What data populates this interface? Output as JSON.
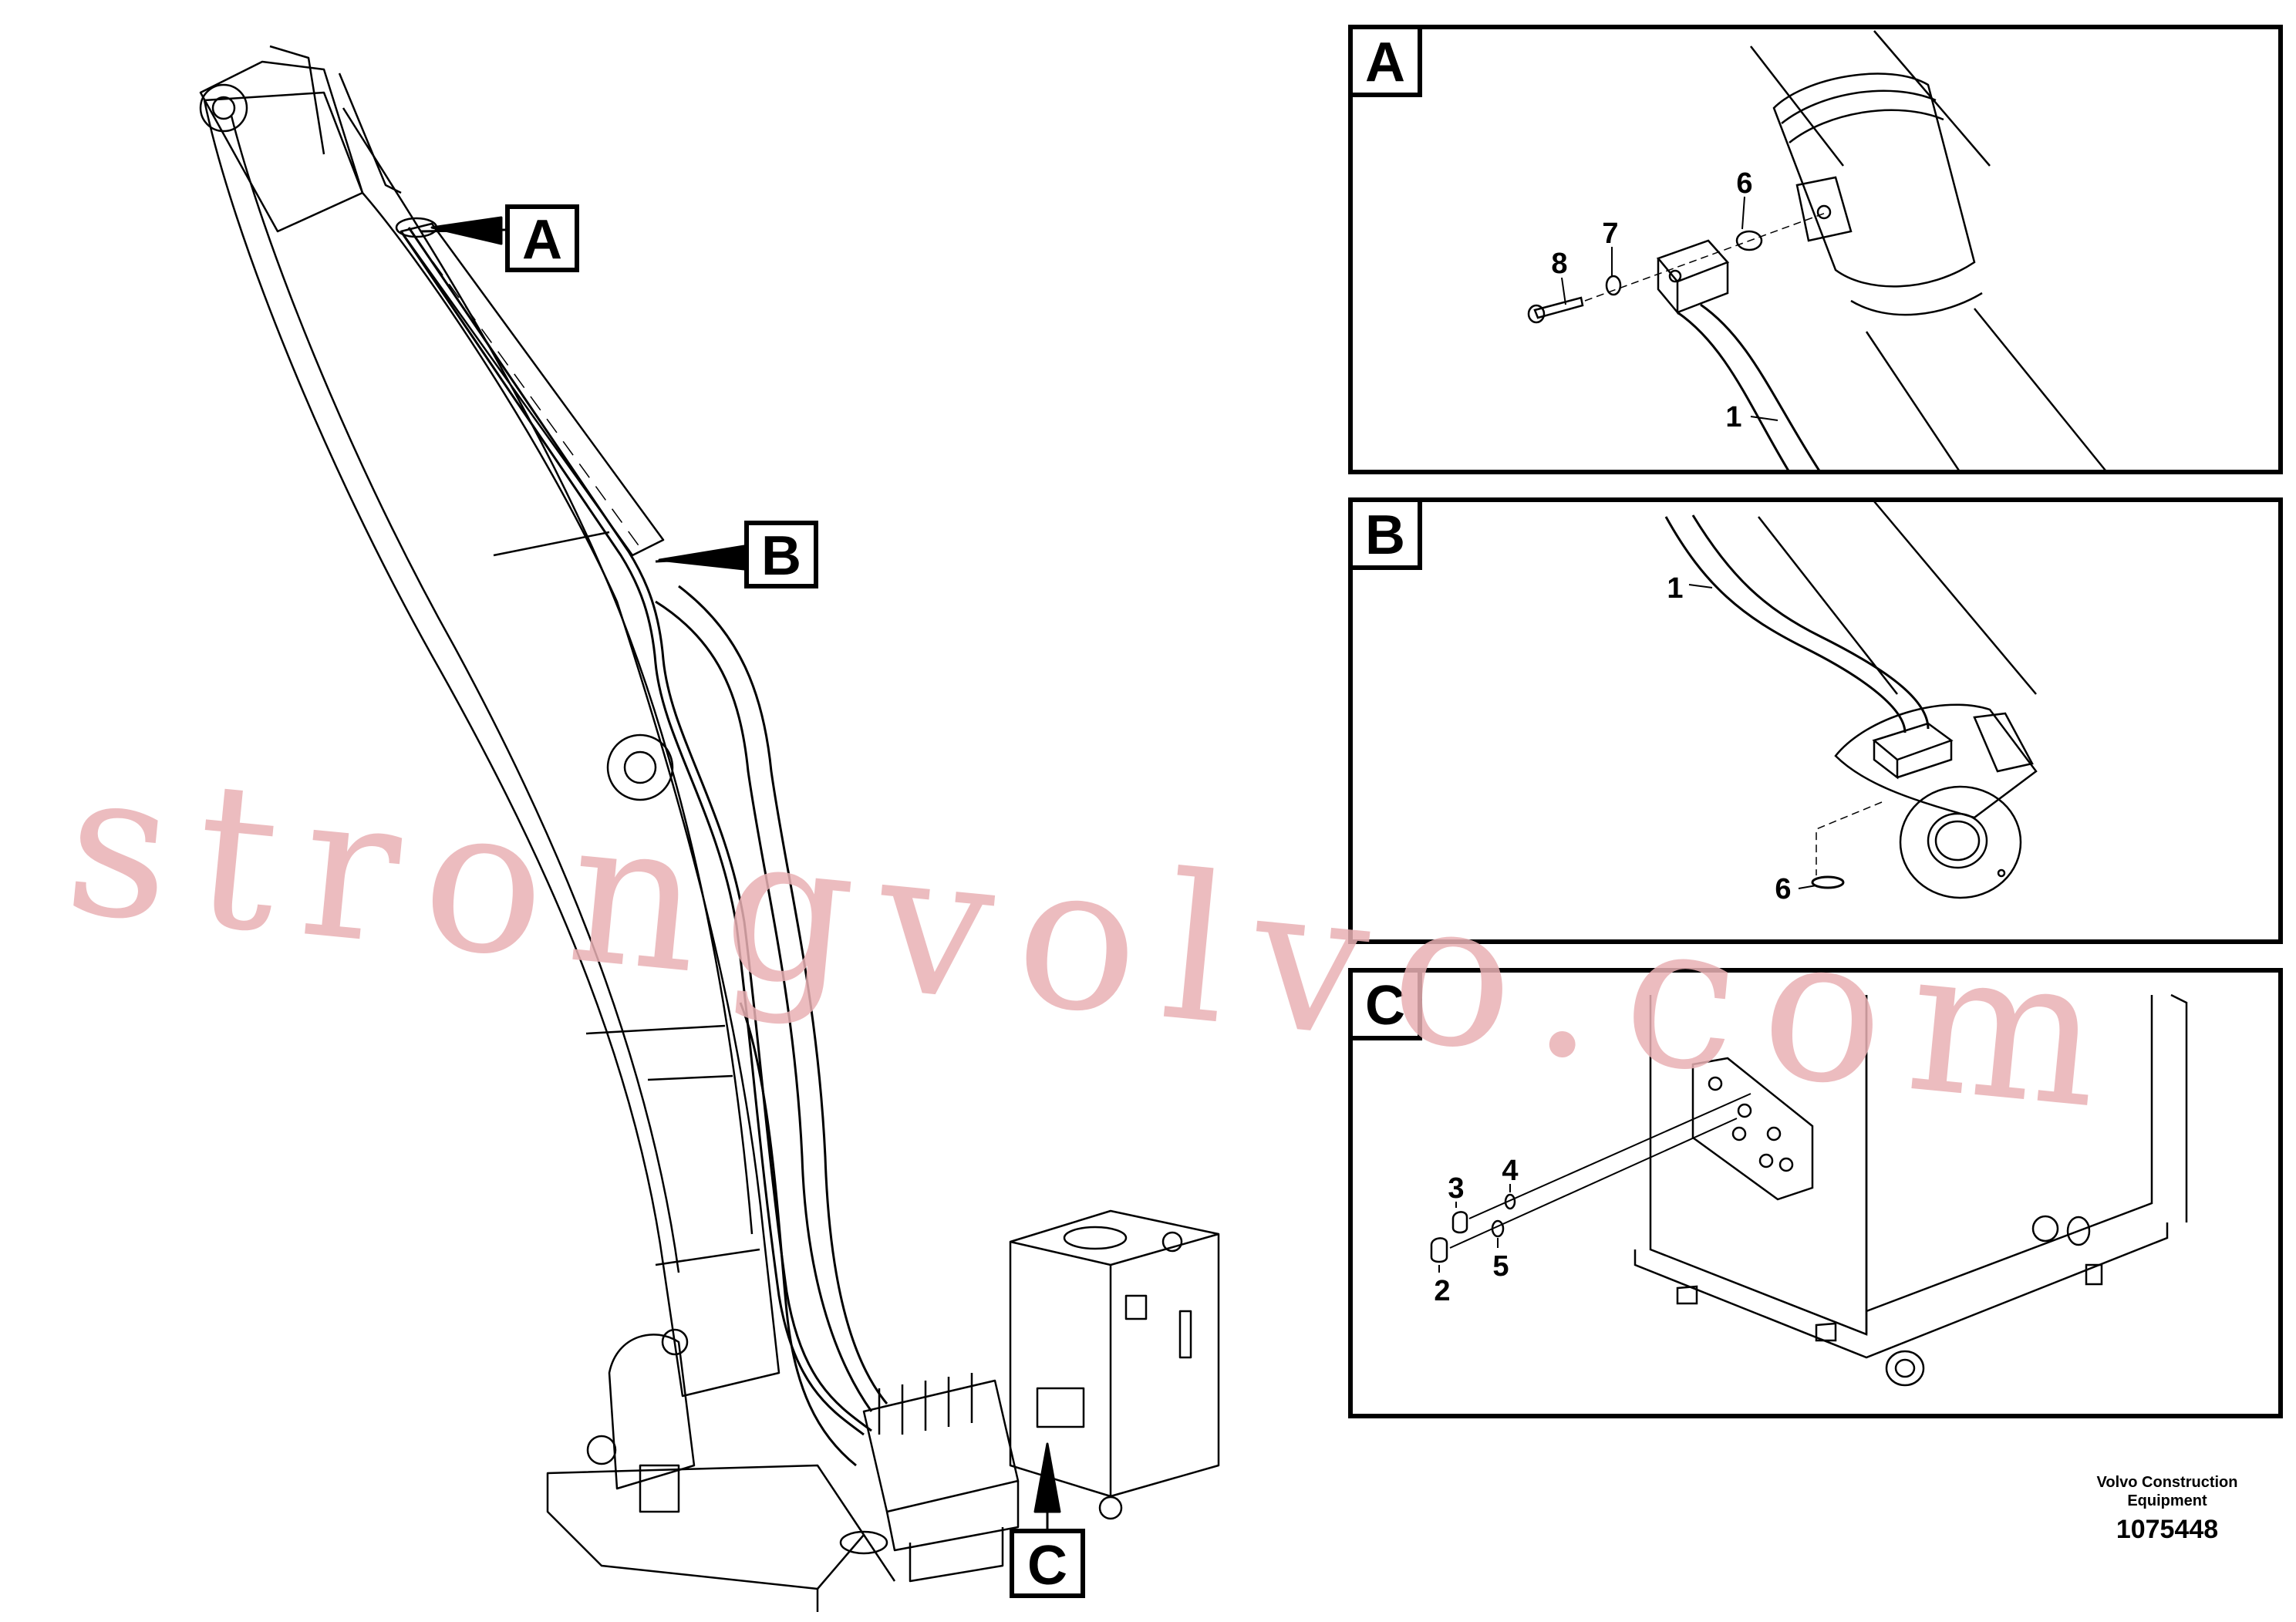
{
  "callouts": {
    "a": "A",
    "b": "B",
    "c": "C"
  },
  "panels": {
    "a": {
      "title": "A",
      "labels": {
        "p1": "1",
        "p6": "6",
        "p7": "7",
        "p8": "8"
      }
    },
    "b": {
      "title": "B",
      "labels": {
        "p1": "1",
        "p6": "6"
      }
    },
    "c": {
      "title": "C",
      "labels": {
        "p2": "2",
        "p3": "3",
        "p4": "4",
        "p5": "5"
      }
    }
  },
  "watermark": "strongvolvo.com",
  "footer": {
    "company": "Volvo Construction Equipment",
    "number": "1075448"
  }
}
